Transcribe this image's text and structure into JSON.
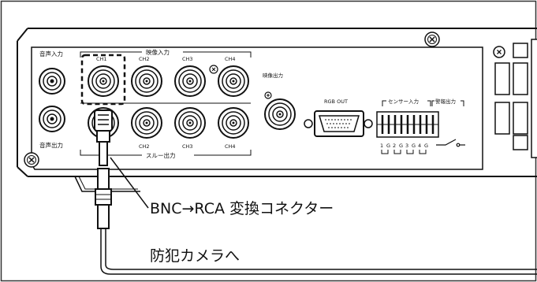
{
  "callouts": {
    "adapter": "BNC→RCA 変換コネクター",
    "camera": "防犯カメラへ"
  },
  "panel": {
    "audio_in": "音声入力",
    "audio_out": "音声出力",
    "video_in": "映像入力",
    "through_out": "スルー出力",
    "video_out": "映像出力",
    "rgb_out": "RGB OUT",
    "sensor_in": "センサー入力",
    "alarm_out": "警報出力",
    "channels_top": [
      "CH1",
      "CH2",
      "CH3",
      "CH4"
    ],
    "channels_bottom": [
      "CH2",
      "CH3",
      "CH4"
    ],
    "terminals": [
      "1",
      "G",
      "2",
      "G",
      "3",
      "G",
      "4",
      "G"
    ]
  }
}
